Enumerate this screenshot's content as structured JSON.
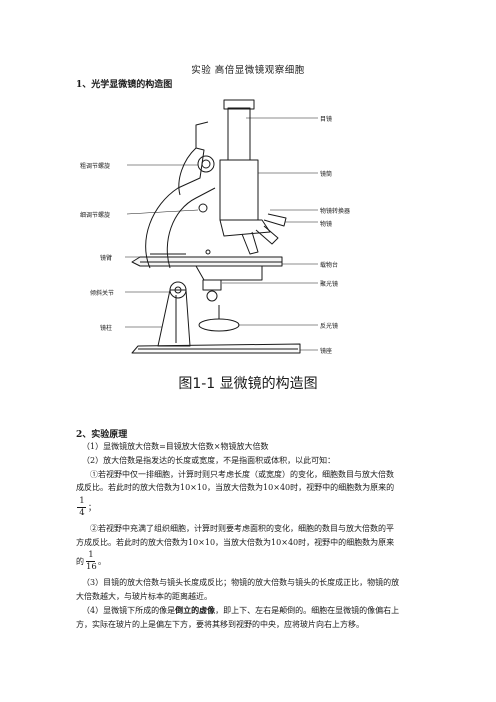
{
  "title": "实验  高倍显微镜观察细胞",
  "section1": {
    "heading": "1、光学显微镜的构造图"
  },
  "diagram": {
    "labels_left": [
      "粗调节螺旋",
      "细调节螺旋",
      "镜臂",
      "倾斜关节",
      "镜柱"
    ],
    "labels_right": [
      "目镜",
      "镜筒",
      "物镜转换器",
      "物镜",
      "载物台",
      "聚光镜",
      "反光镜",
      "镜座"
    ],
    "caption": "图1-1   显微镜的构造图"
  },
  "section2": {
    "heading": "2、实验原理",
    "p1": "（1）显微镜放大倍数=目镜放大倍数×物镜放大倍数",
    "p2": "（2）放大倍数是指发达的长度或宽度，不是指面积或体积，以此可知：",
    "p3a": "①若视野中仅一排细胞，计算时则只考虑长度（或宽度）的变化，细胞数目与放大倍数",
    "p3b": "成反比。若此时的放大倍数为10×10，当放大倍数为10×40时，视野中的细胞数为原来的",
    "frac1_num": "1",
    "frac1_den": "4",
    "frac1_suffix": "；",
    "p4a": "②若视野中充满了组织细胞，计算时则要考虑面积的变化，细胞的数目与放大倍数的平",
    "p4b": "方成反比。若此时的放大倍数为10×10，当放大倍数为10×40时，视野中的细胞数为原来",
    "p4c_prefix": "的",
    "frac2_num": "1",
    "frac2_den": "16",
    "frac2_suffix": "。",
    "p5a": "（3）目镜的放大倍数与镜头长度成反比；物镜的放大倍数与镜头的长度成正比，物镜的放",
    "p5b": "大倍数越大，与玻片标本的距离越近。",
    "p6a_prefix": "（4）显微镜下所成的像是",
    "p6a_bold": "倒立的虚像",
    "p6a_suffix": "，即上下、左右是颠倒的。细胞在显微镜的像偏右上",
    "p6b": "方，实际在玻片的上是偏左下方，要将其移到视野的中央，应将玻片向右上方移。"
  }
}
